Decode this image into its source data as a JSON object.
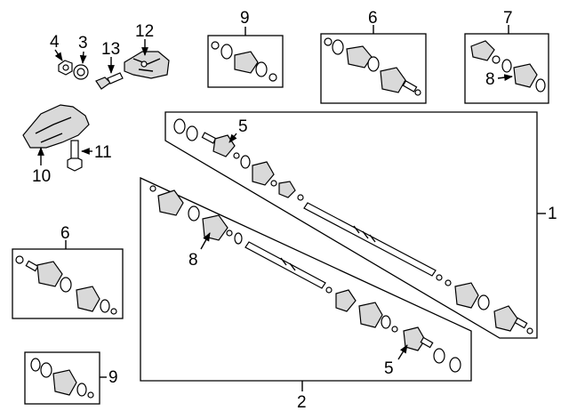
{
  "diagram": {
    "callouts": {
      "c1": "1",
      "c2": "2",
      "c3": "3",
      "c4": "4",
      "c5a": "5",
      "c5b": "5",
      "c6a": "6",
      "c6b": "6",
      "c7": "7",
      "c8a": "8",
      "c8b": "8",
      "c9a": "9",
      "c9b": "9",
      "c10": "10",
      "c11": "11",
      "c12": "12",
      "c13": "13"
    }
  }
}
